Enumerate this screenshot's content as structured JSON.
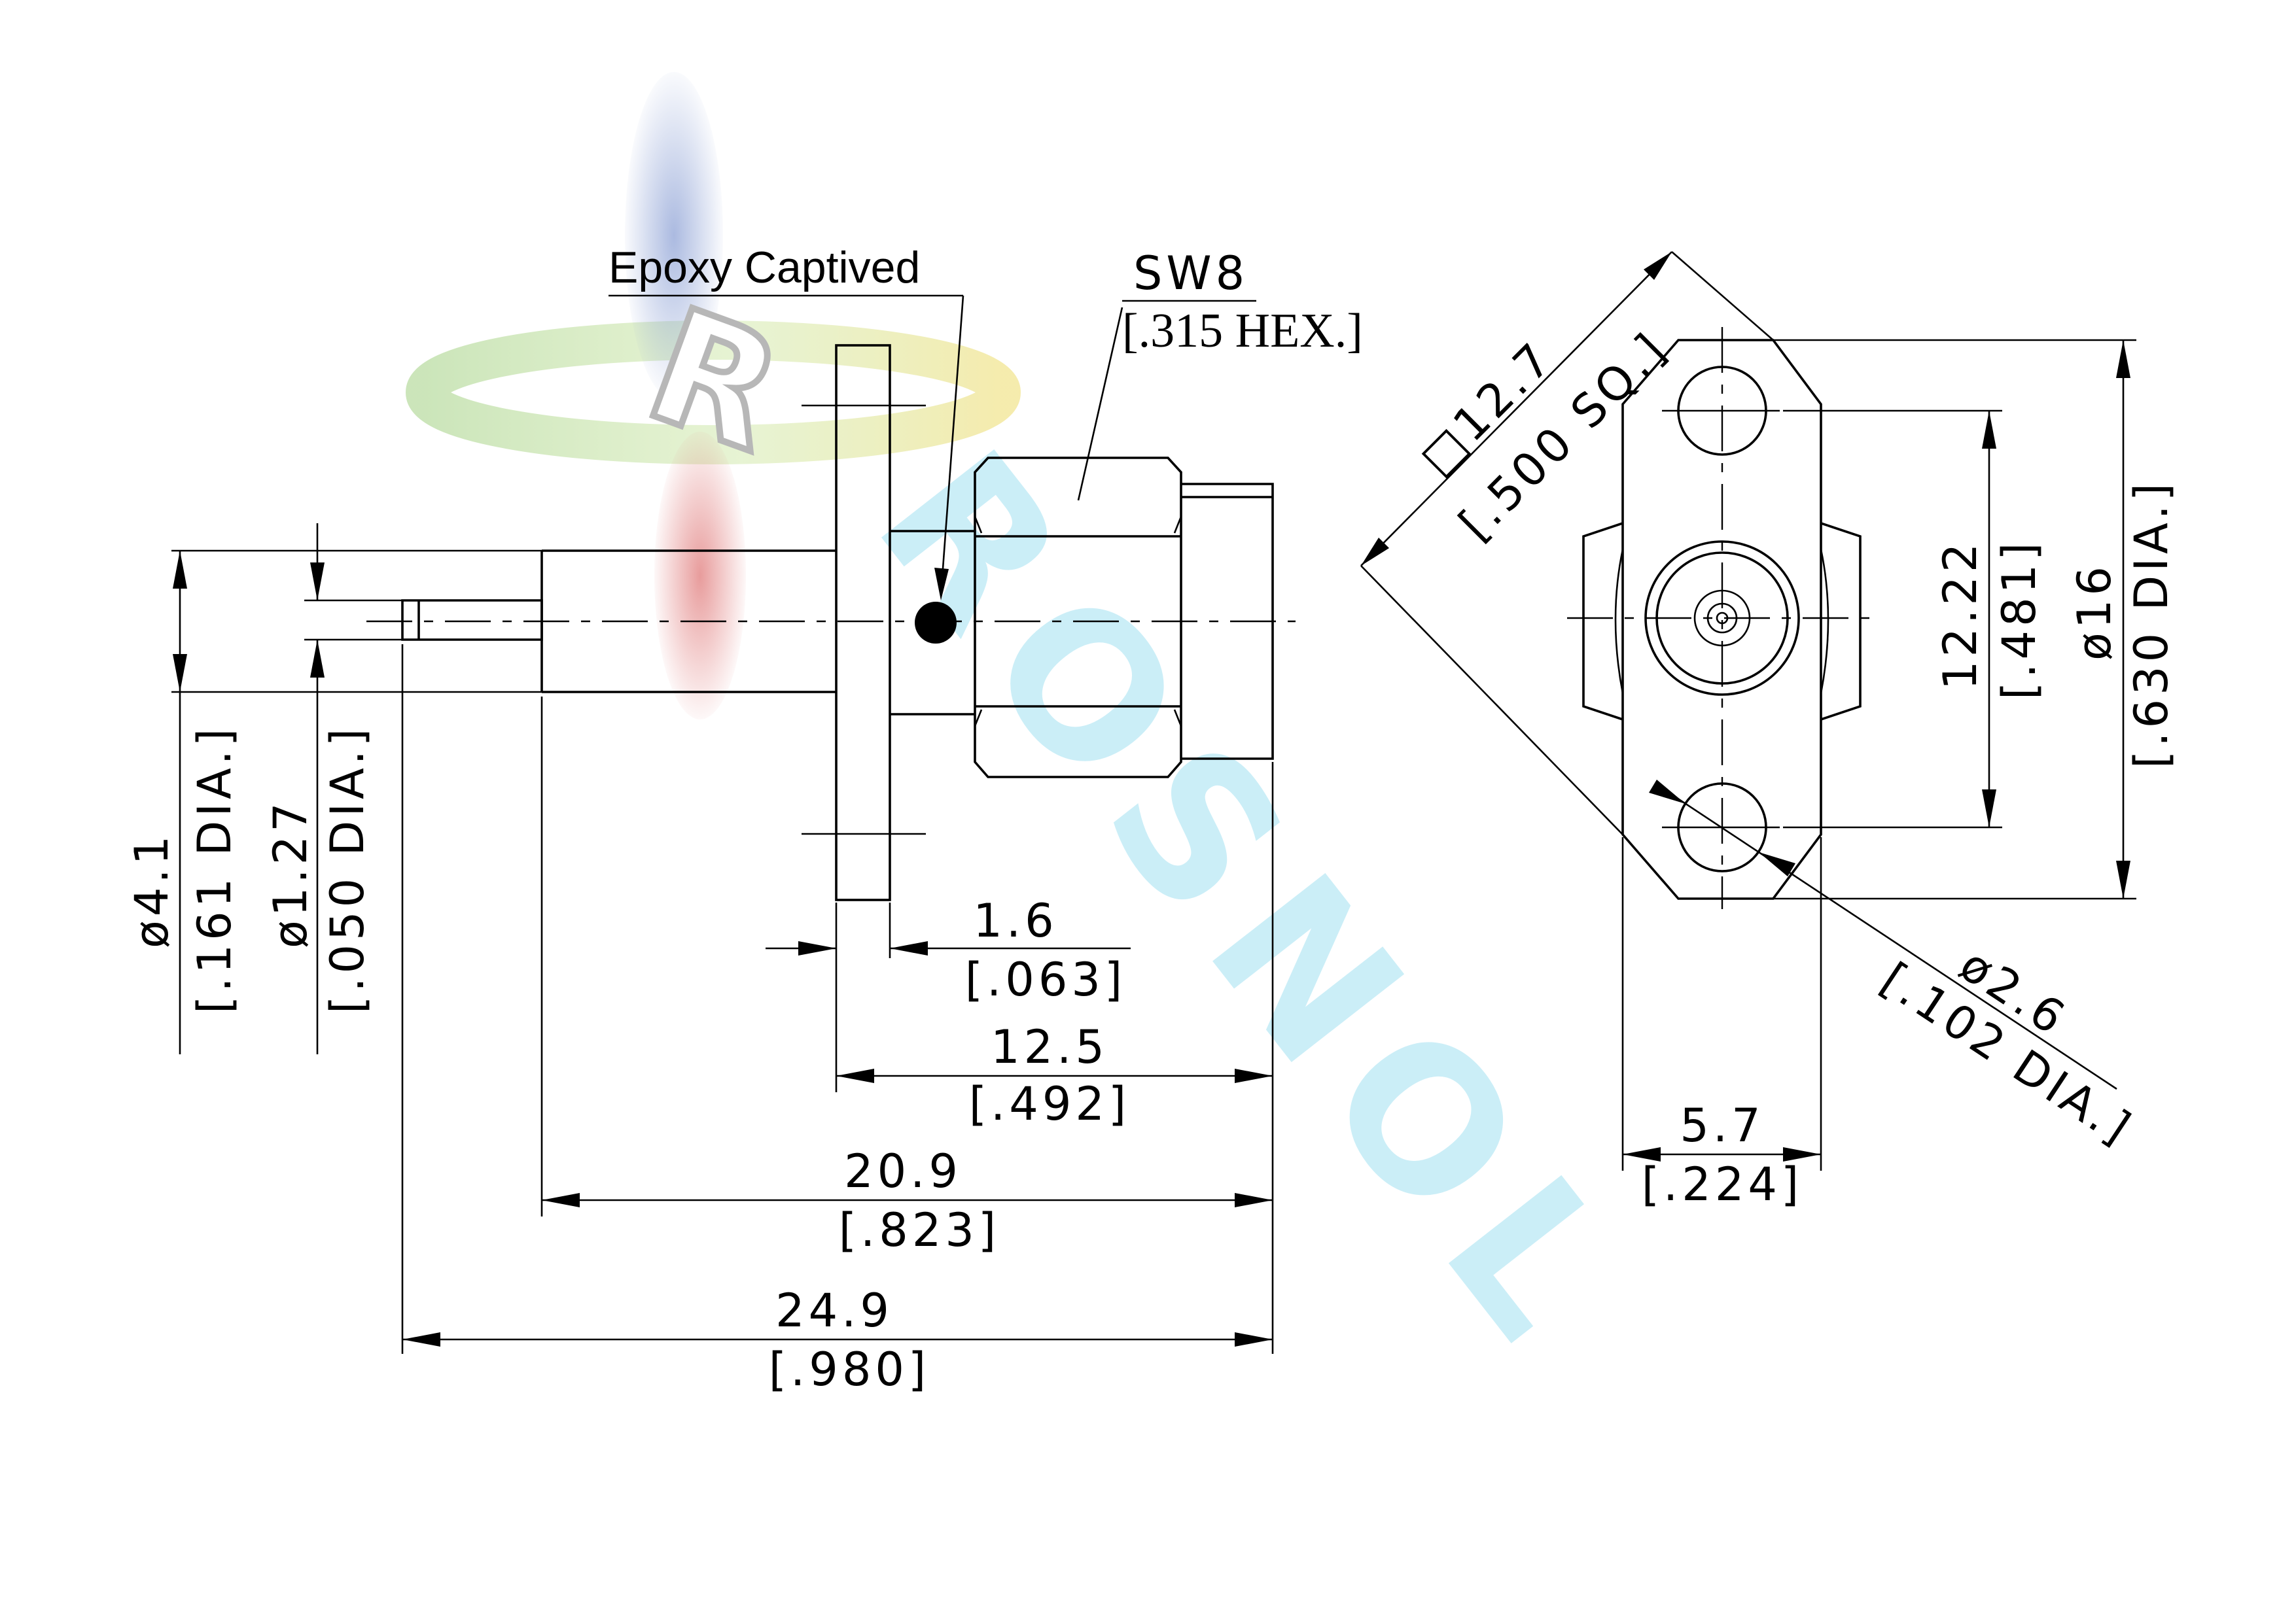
{
  "watermark": {
    "logo_letter": "R",
    "text": "ROSNOL",
    "colors": {
      "logo_blue": "#8fa3d6",
      "logo_red": "#e07b7b",
      "logo_green": "#a9d48c",
      "logo_yellow": "#f1e38a",
      "text_cyan": "#bfeaf6"
    }
  },
  "side_view": {
    "epoxy_label": "Epoxy Captived",
    "hex_size": "SW8",
    "hex_size_inch": "[.315 HEX.]",
    "dims": {
      "flange_thickness": {
        "mm": "1.6",
        "inch": "[.063]"
      },
      "flange_to_end": {
        "mm": "12.5",
        "inch": "[.492]"
      },
      "body_length": {
        "mm": "20.9",
        "inch": "[.823]"
      },
      "overall_length": {
        "mm": "24.9",
        "inch": "[.980]"
      },
      "body_dia": {
        "mm": "ø4.1",
        "inch": "[.161 DIA.]"
      },
      "pin_dia": {
        "mm": "ø1.27",
        "inch": "[.050 DIA.]"
      }
    }
  },
  "front_view": {
    "dims": {
      "flange_square": {
        "mm": "□12.7",
        "inch": "[.500 SQ.]"
      },
      "hole_spacing": {
        "mm": "12.22",
        "inch": "[.481]"
      },
      "flange_dia": {
        "mm": "ø16",
        "inch": "[.630 DIA.]"
      },
      "hole_dia": {
        "mm": "ø2.6",
        "inch": "[.102 DIA.]"
      },
      "flange_width": {
        "mm": "5.7",
        "inch": "[.224]"
      }
    }
  }
}
